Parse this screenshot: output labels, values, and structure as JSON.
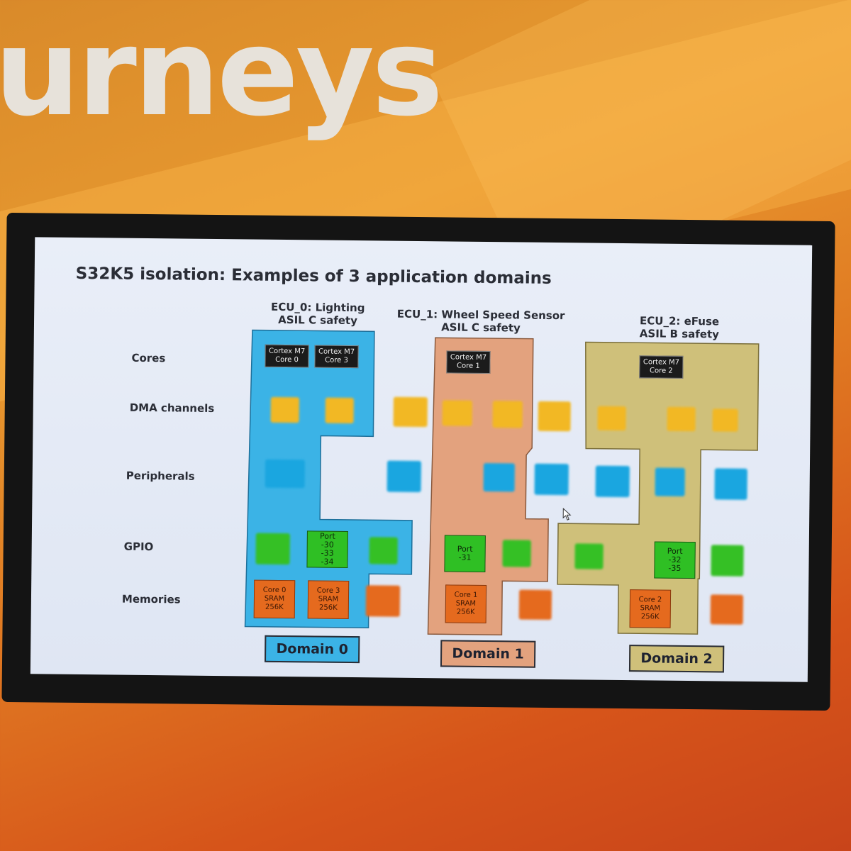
{
  "background": {
    "banner_text": "urneys",
    "colors": {
      "orange": "#e08a2a",
      "deep_orange": "#d6541a"
    }
  },
  "slide": {
    "title": "S32K5 isolation: Examples of 3 application domains",
    "row_labels": [
      "Cores",
      "DMA channels",
      "Peripherals",
      "GPIO",
      "Memories"
    ],
    "ecus": [
      {
        "line1": "ECU_0:  Lighting",
        "line2": "ASIL C safety"
      },
      {
        "line1": "ECU_1:  Wheel Speed Sensor",
        "line2": "ASIL C safety"
      },
      {
        "line1": "ECU_2:  eFuse",
        "line2": "ASIL B safety"
      }
    ],
    "cores": [
      {
        "line1": "Cortex M7",
        "line2": "Core 0"
      },
      {
        "line1": "Cortex M7",
        "line2": "Core 3"
      },
      {
        "line1": "Cortex M7",
        "line2": "Core 1"
      },
      {
        "line1": "Cortex M7",
        "line2": "Core 2"
      }
    ],
    "ports": [
      {
        "lines": [
          "Port",
          "-30",
          "-33",
          "-34"
        ]
      },
      {
        "lines": [
          "Port",
          "-31"
        ]
      },
      {
        "lines": [
          "Port",
          "-32",
          "-35"
        ]
      }
    ],
    "memories": [
      {
        "lines": [
          "Core 0",
          "SRAM",
          "256K"
        ]
      },
      {
        "lines": [
          "Core 3",
          "SRAM",
          "256K"
        ]
      },
      {
        "lines": [
          "Core 1",
          "SRAM",
          "256K"
        ]
      },
      {
        "lines": [
          "Core 2",
          "SRAM",
          "256K"
        ]
      }
    ],
    "domains": [
      "Domain 0",
      "Domain 1",
      "Domain 2"
    ],
    "colors": {
      "domain0": "#3bb3e6",
      "domain1": "#e3a27e",
      "domain2": "#cfc07a",
      "dma": "#f2b824",
      "peripheral": "#1aa6e0",
      "gpio": "#35c025",
      "memory": "#e56a1e"
    }
  }
}
